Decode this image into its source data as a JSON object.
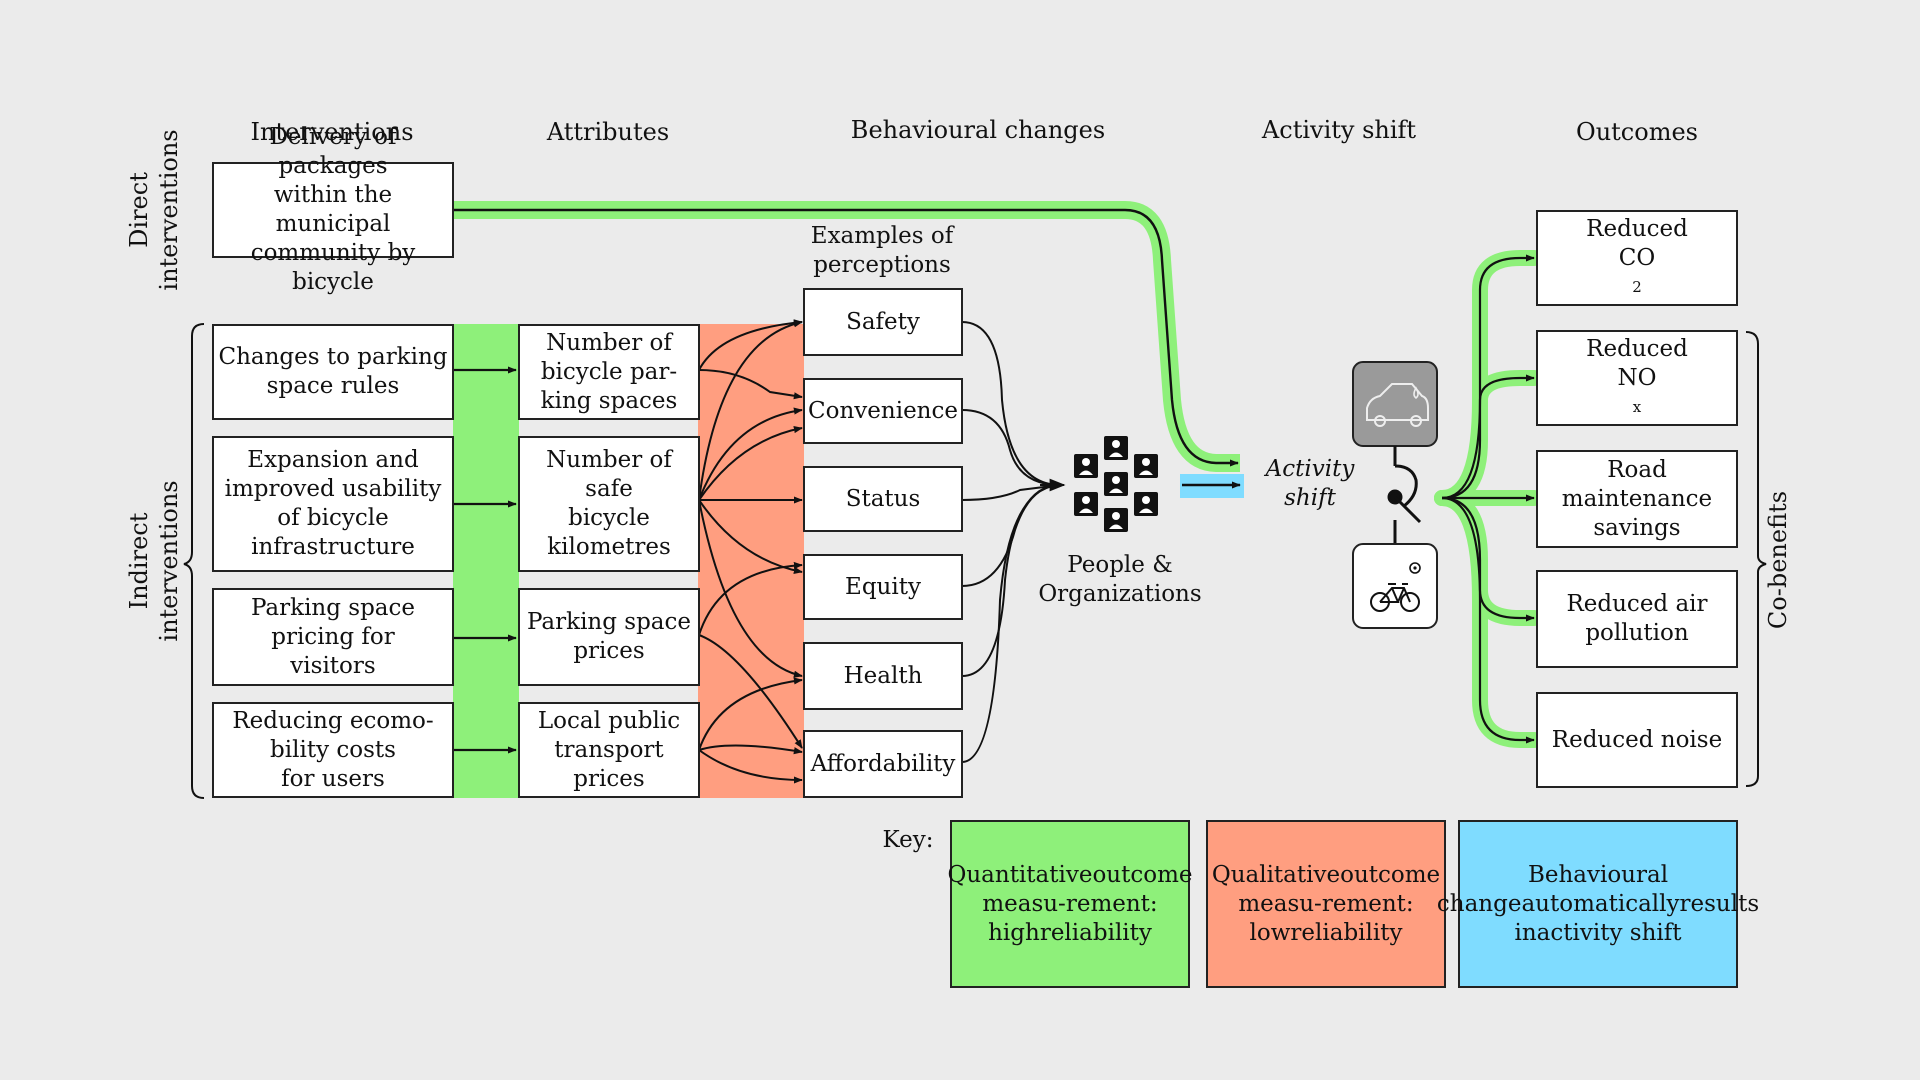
{
  "headers": {
    "interventions": "Interventions",
    "attributes": "Attributes",
    "behavioural_changes": "Behavioural changes",
    "activity_shift": "Activity shift",
    "outcomes": "Outcomes"
  },
  "side_labels": {
    "direct": [
      "Direct",
      "interventions"
    ],
    "indirect": [
      "Indirect",
      "interventions"
    ],
    "co_benefits": "Co-benefits"
  },
  "direct_intervention": [
    "Delivery of packages",
    "within the municipal",
    "community by bicycle"
  ],
  "indirect_interventions": [
    [
      "Changes to parking",
      "space rules"
    ],
    [
      "Expansion and",
      "improved usability",
      "of bicycle",
      "infrastructure"
    ],
    [
      "Parking space",
      "pricing for",
      "visitors"
    ],
    [
      "Reducing ecomo-",
      "bility costs",
      "for users"
    ]
  ],
  "attributes": [
    [
      "Number of",
      "bicycle par-",
      "king spaces"
    ],
    [
      "Number of",
      "safe",
      "bicycle",
      "kilometres"
    ],
    [
      "Parking space",
      "prices"
    ],
    [
      "Local public",
      "transport",
      "prices"
    ]
  ],
  "perceptions_title": [
    "Examples of",
    "perceptions"
  ],
  "perceptions": [
    "Safety",
    "Convenience",
    "Status",
    "Equity",
    "Health",
    "Affordability"
  ],
  "people_label": [
    "People &",
    "Organizations"
  ],
  "activity_shift_label": [
    "Activity",
    "shift"
  ],
  "outcomes": [
    {
      "lines": [
        "Reduced",
        "CO"
      ],
      "sub": "2"
    },
    {
      "lines": [
        "Reduced",
        "NO"
      ],
      "sub": "x"
    },
    {
      "lines": [
        "Road",
        "maintenance",
        "savings"
      ]
    },
    {
      "lines": [
        "Reduced air",
        "pollution"
      ]
    },
    {
      "lines": [
        "Reduced noise"
      ]
    }
  ],
  "key": {
    "label": "Key:",
    "items": [
      {
        "lines": [
          "Quantitative",
          "outcome measu-",
          "rement: high",
          "reliability"
        ],
        "color": "#8ef07a"
      },
      {
        "lines": [
          "Qualitative",
          "outcome measu-",
          "rement: low",
          "reliability"
        ],
        "color": "#ff9e80"
      },
      {
        "lines": [
          "Behavioural change",
          "automatically",
          "results in",
          "activity shift"
        ],
        "color": "#7fdcff"
      }
    ]
  },
  "colors": {
    "green": "#8ef07a",
    "salmon": "#ff9e80",
    "blue": "#7fdcff"
  },
  "icons": {
    "car": "car-icon",
    "bike": "bicycle-icon",
    "people": "people-grid-icon",
    "switch": "toggle-switch-icon"
  }
}
